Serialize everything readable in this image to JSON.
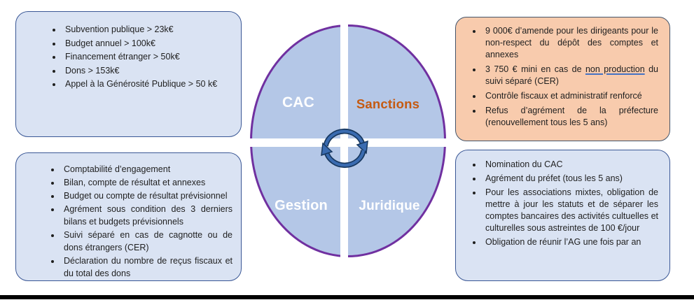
{
  "page": {
    "background_color": "#ffffff",
    "bottom_bar_color": "#000000"
  },
  "circle": {
    "fill_color": "#b4c7e7",
    "ring_color": "#7030a0",
    "divider_color": "#ffffff",
    "arrow_fill_color": "#3a6bb0",
    "arrow_outline_color": "#17375e",
    "quadrants": {
      "top_left": {
        "label": "CAC",
        "color": "#ffffff"
      },
      "top_right": {
        "label": "Sanctions",
        "color": "#c55a11"
      },
      "bottom_left": {
        "label": "Gestion",
        "color": "#ffffff"
      },
      "bottom_right": {
        "label": "Juridique",
        "color": "#ffffff"
      }
    }
  },
  "boxes": {
    "thresholds": {
      "position": "top-left",
      "fill_color": "#dae3f3",
      "border_color": "#3a5795",
      "items": [
        "Subvention publique > 23k€",
        "Budget annuel > 100k€",
        "Financement étranger > 50k€",
        "Dons > 153k€",
        "Appel à la Générosité Publique > 50 k€"
      ]
    },
    "sanctions": {
      "position": "top-right",
      "fill_color": "#f8cbad",
      "border_color": "#44546a",
      "items": [
        {
          "text": "9 000€ d’amende pour les dirigeants pour le non-respect du dépôt des comptes et annexes"
        },
        {
          "prefix": "3 750 € mini en cas de ",
          "underlined": "non production",
          "suffix": " du suivi séparé (CER)"
        },
        {
          "text": "Contrôle fiscaux et administratif renforcé"
        },
        {
          "text": "Refus d’agrément de la préfecture (renouvellement tous les 5 ans)"
        }
      ]
    },
    "gestion": {
      "position": "bottom-left",
      "fill_color": "#dae3f3",
      "border_color": "#3a5795",
      "items": [
        "Comptabilité d’engagement",
        "Bilan, compte de résultat et annexes",
        "Budget ou compte de résultat prévisionnel",
        "Agrément sous condition des 3 derniers bilans et budgets prévisionnels",
        "Suivi séparé en cas de cagnotte ou de dons étrangers (CER)",
        "Déclaration du nombre de reçus fiscaux et du total des dons"
      ]
    },
    "juridique": {
      "position": "bottom-right",
      "fill_color": "#dae3f3",
      "border_color": "#3a5795",
      "items": [
        "Nomination du CAC",
        "Agrément du préfet (tous les 5 ans)",
        "Pour les associations mixtes, obligation de mettre à jour les statuts et de séparer les comptes bancaires des activités cultuelles et culturelles sous astreintes de 100 €/jour",
        "Obligation de réunir l’AG une fois par an"
      ]
    }
  }
}
